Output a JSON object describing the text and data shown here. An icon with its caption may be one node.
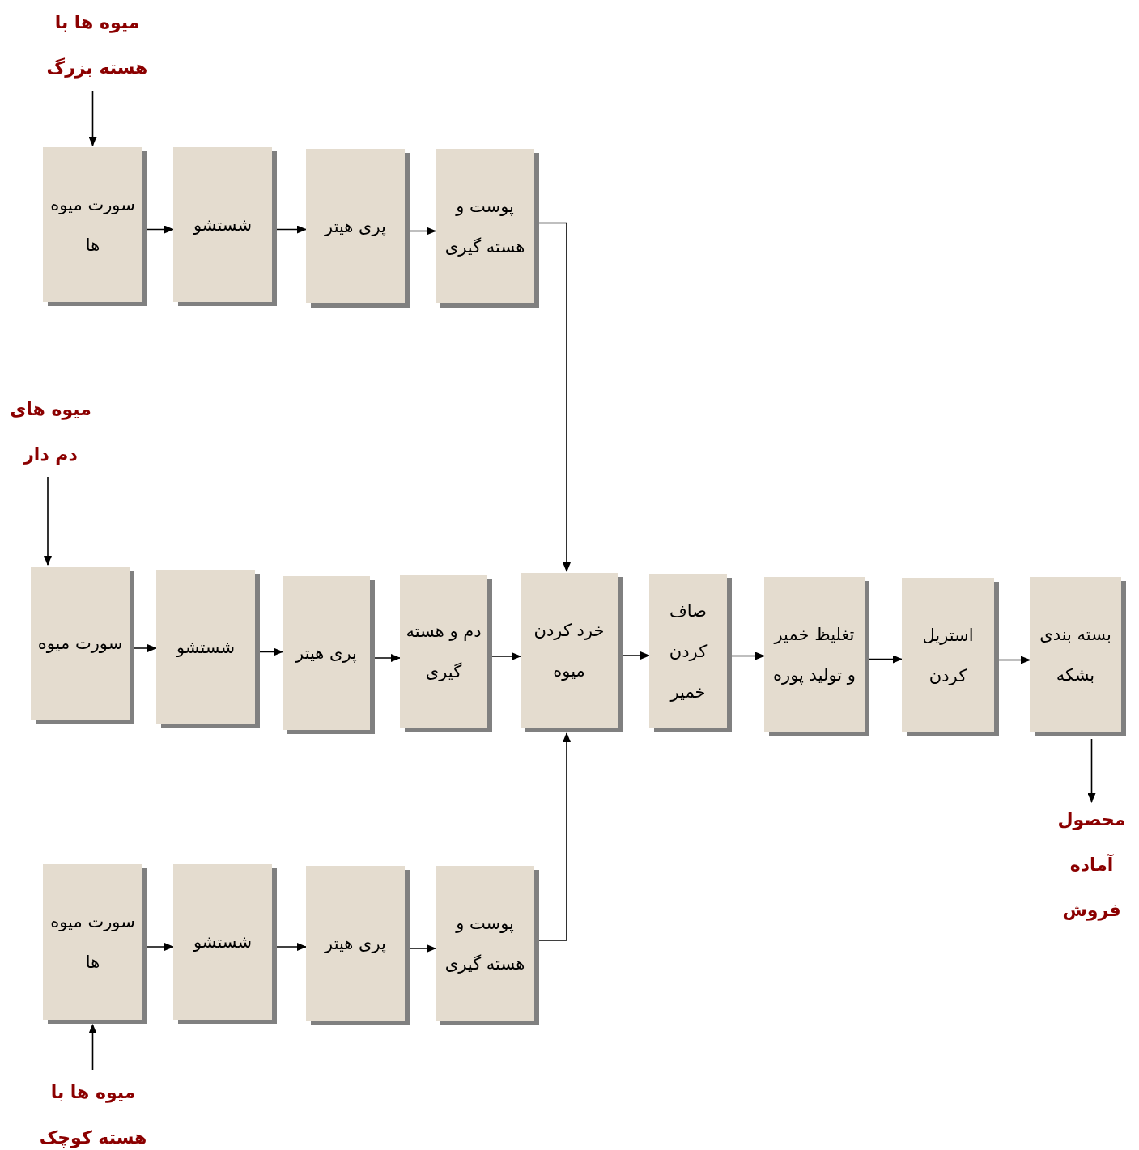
{
  "diagram": {
    "nodes": [
      {
        "text": [
          "میوه ها با هسته بزرگ"
        ]
      },
      {
        "text": [
          "سورت میوه ها"
        ]
      },
      {
        "text": [
          "شستشو"
        ]
      },
      {
        "text": [
          "پری هیتر"
        ]
      },
      {
        "text": [
          "پوست و هسته گیری"
        ]
      },
      {
        "text": [
          "میوه های دم دار"
        ]
      },
      {
        "text": [
          "سورت میوه"
        ]
      },
      {
        "text": [
          "شستشو"
        ]
      },
      {
        "text": [
          "پری هیتر"
        ]
      },
      {
        "text": [
          "دم و هسته گیری"
        ]
      },
      {
        "text": [
          "خرد کردن میوه"
        ]
      },
      {
        "text": [
          "صاف کردن خمیر"
        ]
      },
      {
        "text": [
          "تغلیظ خمیر و تولید پوره"
        ]
      },
      {
        "text": [
          "استریل کردن"
        ]
      },
      {
        "text": [
          "بسته بندی بشکه"
        ]
      },
      {
        "text": [
          "محصول آماده فروش"
        ]
      },
      {
        "text": [
          "سورت میوه ها"
        ]
      },
      {
        "text": [
          "شستشو"
        ]
      },
      {
        "text": [
          "پری هیتر"
        ]
      },
      {
        "text": [
          "پوست و هسته گیری"
        ]
      },
      {
        "text": [
          "میوه ها با هسته کوچک"
        ]
      }
    ],
    "edges": [
      {
        "from": 0,
        "to": 1,
        "arrow": "to"
      },
      {
        "from": 1,
        "to": 2,
        "arrow": "to"
      },
      {
        "from": 2,
        "to": 3,
        "arrow": "to"
      },
      {
        "from": 3,
        "to": 4,
        "arrow": "to"
      },
      {
        "from": 4,
        "to": 10,
        "arrow": "to"
      },
      {
        "from": 5,
        "to": 6,
        "arrow": "to"
      },
      {
        "from": 6,
        "to": 7,
        "arrow": "to"
      },
      {
        "from": 7,
        "to": 8,
        "arrow": "to"
      },
      {
        "from": 8,
        "to": 9,
        "arrow": "to"
      },
      {
        "from": 9,
        "to": 10,
        "arrow": "to"
      },
      {
        "from": 10,
        "to": 11,
        "arrow": "to"
      },
      {
        "from": 11,
        "to": 12,
        "arrow": "to"
      },
      {
        "from": 12,
        "to": 13,
        "arrow": "to"
      },
      {
        "from": 13,
        "to": 14,
        "arrow": "to"
      },
      {
        "from": 14,
        "to": 15,
        "arrow": "to"
      },
      {
        "from": 16,
        "to": 17,
        "arrow": "to"
      },
      {
        "from": 17,
        "to": 18,
        "arrow": "to"
      },
      {
        "from": 18,
        "to": 19,
        "arrow": "to"
      },
      {
        "from": 19,
        "to": 10,
        "arrow": "to"
      },
      {
        "from": 20,
        "to": 16,
        "arrow": "to"
      }
    ]
  }
}
